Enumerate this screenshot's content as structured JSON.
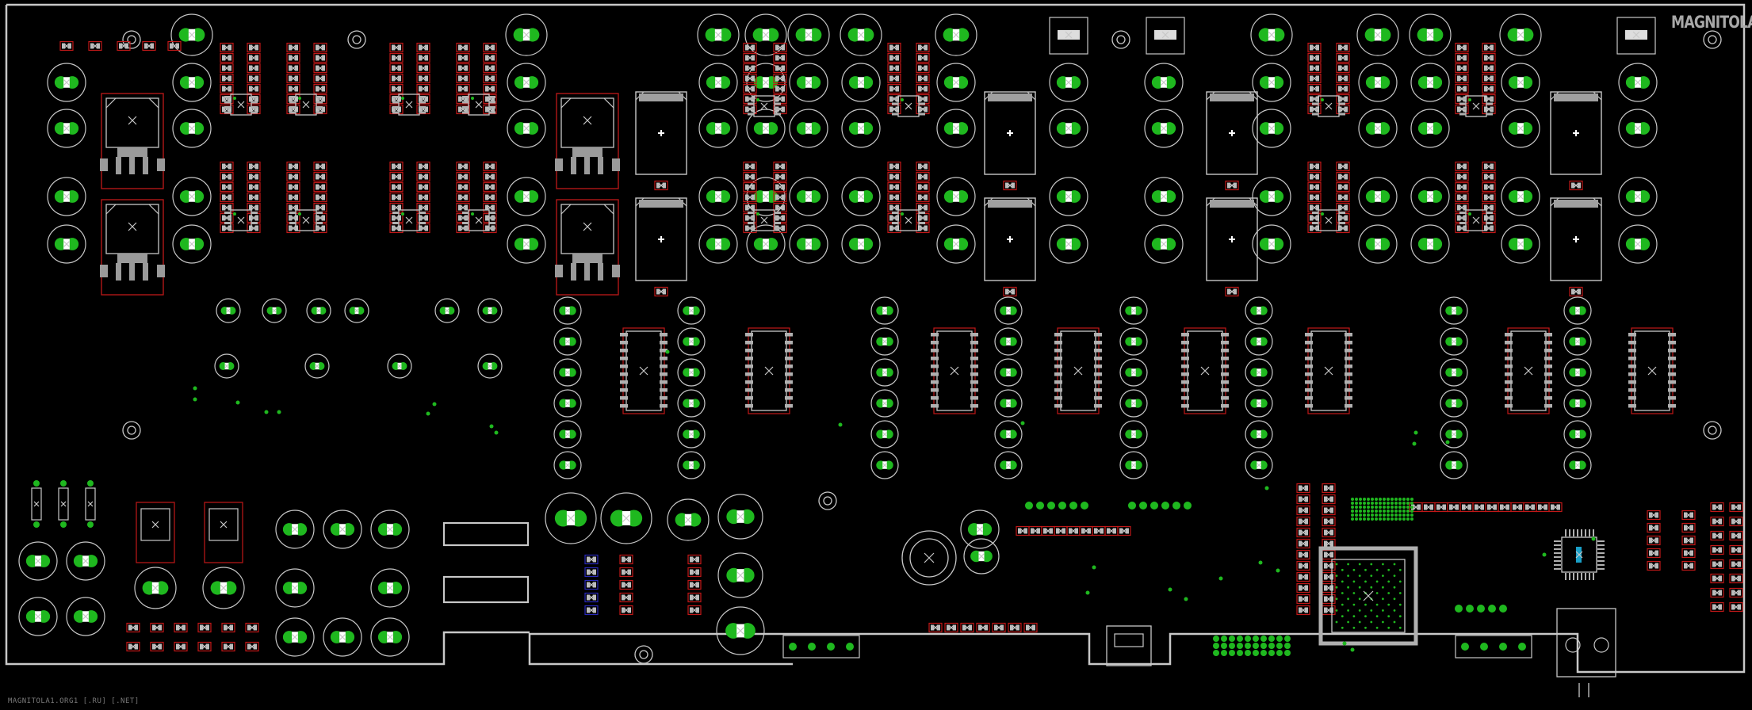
{
  "board": {
    "logo_text": "MAGNITOLA",
    "footer_text": "MAGNITOLA1.ORG1 [.RU] [.NET]"
  },
  "colors": {
    "background": "#000000",
    "outline": "#c8c8c8",
    "pad": "#1fb81f",
    "silk_red": "#c01818",
    "silk_blue": "#2828b8",
    "ic_body": "#b0b0b0"
  },
  "components": {
    "regulator_package": "TO-220 / D2PAK",
    "electrolytic_capacitor": "radial",
    "op_amp_package": "SOIC-8",
    "ic_package": "DIP / SOIC",
    "mcu_package": "QFP",
    "connectors": "pin headers, USB, jack"
  }
}
